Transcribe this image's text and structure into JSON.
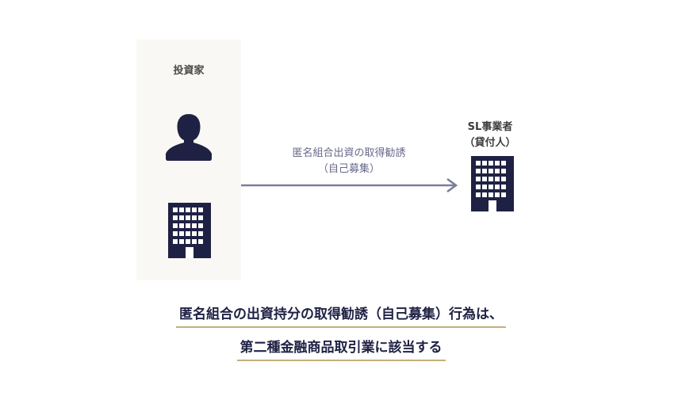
{
  "investor": {
    "label": "投資家",
    "person_icon": "person-icon",
    "building_icon": "building-icon"
  },
  "transaction": {
    "label_line1": "匿名組合出資の取得勧誘",
    "label_line2": "（自己募集）",
    "arrow_icon": "right-arrow-icon"
  },
  "lender": {
    "label_line1": "SL事業者",
    "label_line2": "（貸付人）",
    "building_icon": "building-icon"
  },
  "conclusion": {
    "line1": "匿名組合の出資持分の取得勧誘（自己募集）行為は、",
    "line2": "第二種金融商品取引業に該当する"
  },
  "colors": {
    "navy": "#1f2144",
    "arrow": "#7c7d9a",
    "panel": "#f9f8f4",
    "underline": "#c4b07c"
  }
}
